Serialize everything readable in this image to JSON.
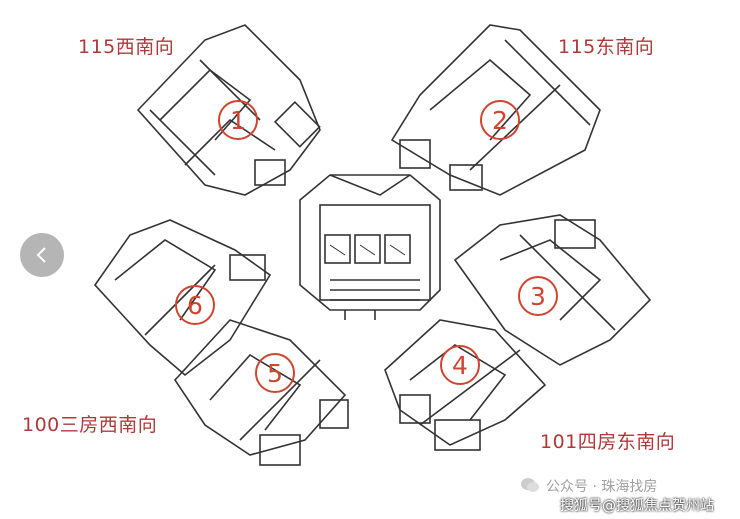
{
  "plan": {
    "corner_labels": {
      "top_left": "115西南向",
      "top_right": "115东南向",
      "bottom_left": "100三房西南向",
      "bottom_right": "101四房东南向"
    },
    "unit_markers": [
      "1",
      "2",
      "3",
      "4",
      "5",
      "6"
    ]
  },
  "nav": {
    "back_icon": "chevron-left-icon"
  },
  "watermarks": {
    "account": "公众号 · 珠海找房",
    "source": "搜狐号@搜狐焦点贺州站"
  },
  "colors": {
    "label": "#b0383a",
    "marker": "#d0452f",
    "wall": "#333333"
  }
}
